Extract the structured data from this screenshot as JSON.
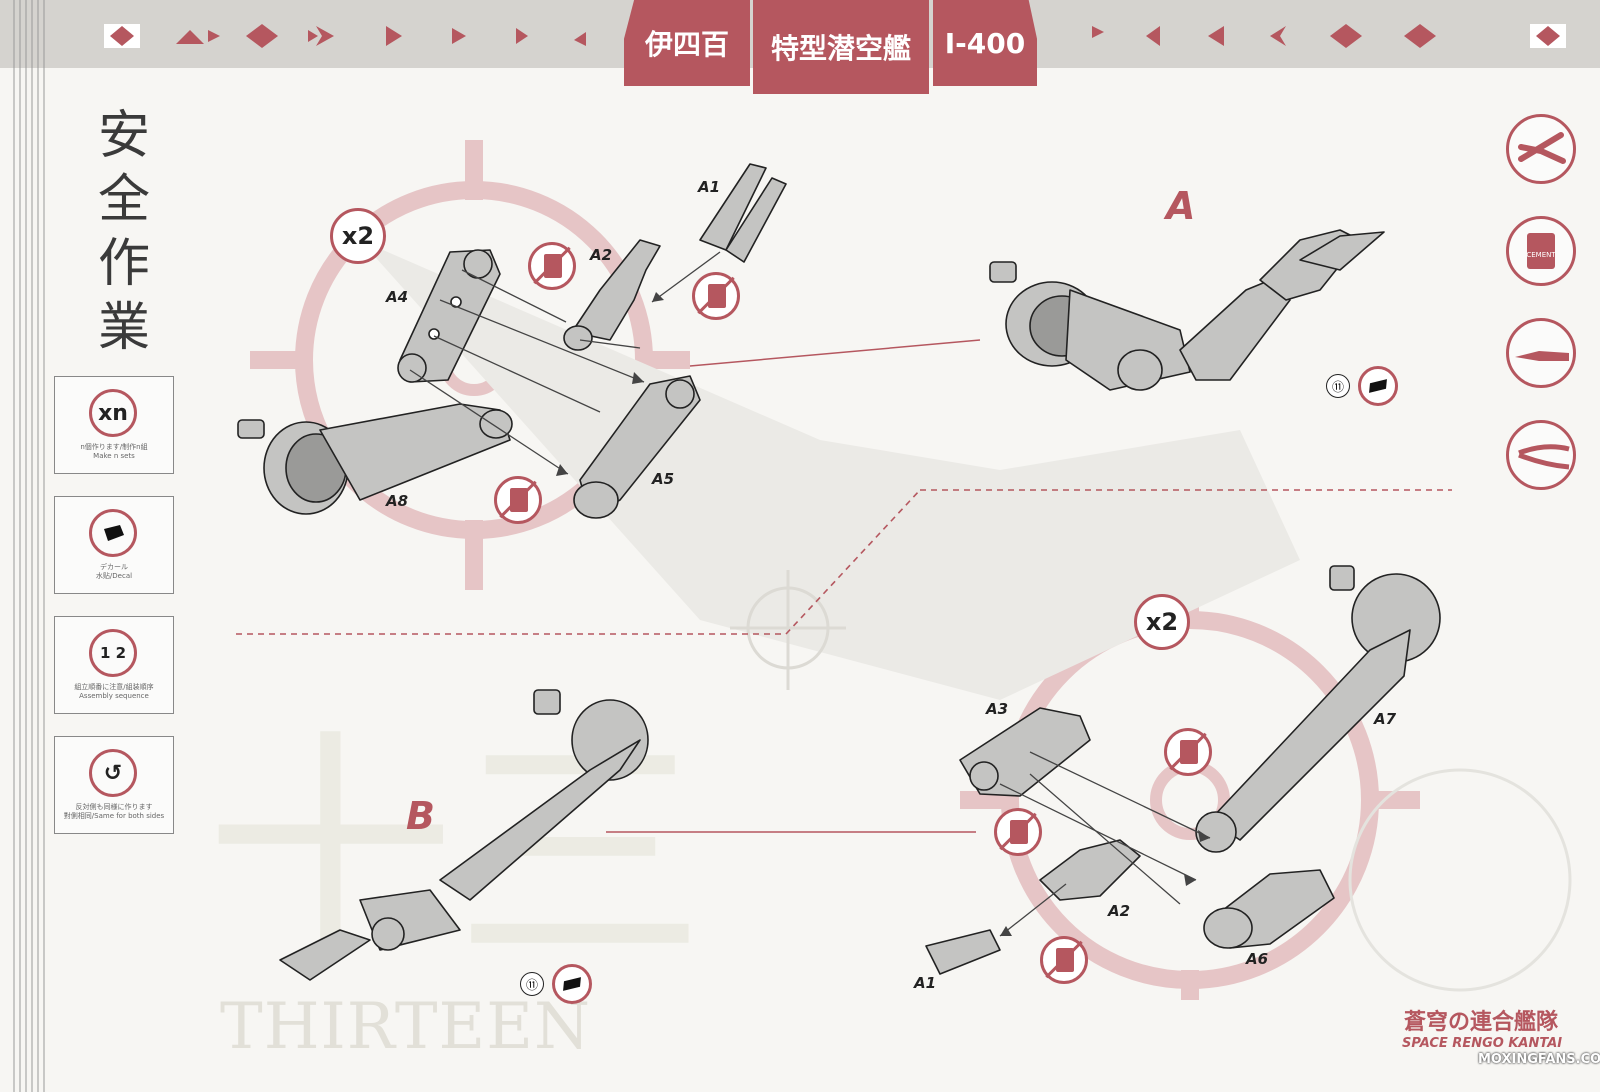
{
  "header": {
    "title_jp_name": "伊四百",
    "title_jp_type": "特型潜空艦",
    "title_model": "I-400"
  },
  "side_title": [
    "安",
    "全",
    "作",
    "業"
  ],
  "legend": [
    {
      "icon": "xn-icon",
      "symbol": "xn",
      "text_jp": "n個作ります/制作n組",
      "text_en": "Make n sets"
    },
    {
      "icon": "decal-icon",
      "symbol": "",
      "text_jp": "デカール",
      "text_en": "水贴/Decal"
    },
    {
      "icon": "sequence-icon",
      "symbol": "1 2",
      "text_jp": "組立順番に注意/組装順序",
      "text_en": "Assembly sequence"
    },
    {
      "icon": "same-sides-icon",
      "symbol": "↺",
      "text_jp": "反対側も同様に作ります",
      "text_en": "對側相同/Same for both sides"
    }
  ],
  "tools": [
    {
      "icon": "nipper-icon",
      "label": ""
    },
    {
      "icon": "cement-icon",
      "label": "CEMENT"
    },
    {
      "icon": "knife-icon",
      "label": ""
    },
    {
      "icon": "tweezers-icon",
      "label": ""
    }
  ],
  "steps": {
    "top_left": {
      "multiplier": "x2",
      "parts": [
        "A1",
        "A2",
        "A4",
        "A5",
        "A8"
      ]
    },
    "result_a": {
      "letter": "A",
      "decal_number": "⑪"
    },
    "result_b": {
      "letter": "B",
      "decal_number": "⑪"
    },
    "bottom_right": {
      "multiplier": "x2",
      "parts": [
        "A3",
        "A7",
        "A2",
        "A6",
        "A1"
      ]
    }
  },
  "background": {
    "page_word": "THIRTEEN",
    "page_kanji": "十三"
  },
  "brand": {
    "jp": "蒼穹の連合艦隊",
    "en": "SPACE RENGO KANTAI"
  },
  "watermark": "MOXINGFANS.COM",
  "colors": {
    "accent": "#b5575f",
    "part_gray": "#c4c4c2",
    "line": "#222222"
  }
}
